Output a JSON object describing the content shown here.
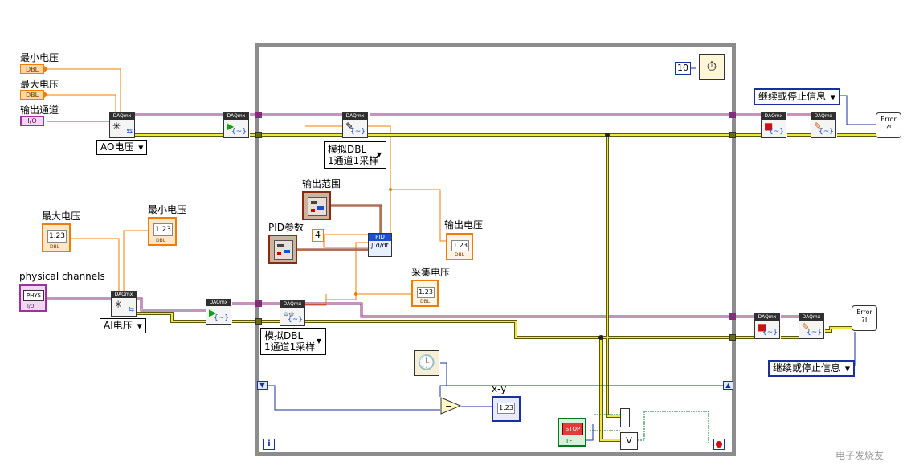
{
  "labels": {
    "min_voltage_ao": "最小电压",
    "max_voltage_ao": "最大电压",
    "output_channel": "输出通道",
    "max_voltage_ai": "最大电压",
    "min_voltage_ai": "最小电压",
    "physical_channels": "physical channels",
    "output_range": "输出范围",
    "pid_params": "PID参数",
    "output_voltage": "输出电压",
    "acquired_voltage": "采集电压",
    "xy": "x-y"
  },
  "terminals": {
    "dbl_tag": "DBL",
    "io_tag": "I/O",
    "phys_tag": "PHYS",
    "num_display": "1.23",
    "pid_header": "PID",
    "stop_label": "STOP",
    "tf_label": "TF",
    "error_label": "Error\n?!",
    "or_label": "V"
  },
  "constants": {
    "wait_ms": "10",
    "pid_const": "4"
  },
  "rings": {
    "ao_voltage": "AO电压",
    "ai_voltage": "AI电压",
    "analog_dbl_write": "模拟DBL\n1通道1采样",
    "analog_dbl_read": "模拟DBL\n1通道1采样",
    "continue_stop_top": "继续或停止信息",
    "continue_stop_bottom": "继续或停止信息"
  },
  "daqmx": {
    "header": "DAQmx"
  },
  "loop": {
    "iteration": "i"
  },
  "watermark": "电子发烧友",
  "colors": {
    "dbl": "#f07c00",
    "io": "#a030a0",
    "task_wire": "#8a2a7a",
    "error_wire": "#b8a800",
    "loop_border": "#8c8c8c",
    "blue": "#1a2fa0",
    "cluster": "#8b2a10"
  }
}
